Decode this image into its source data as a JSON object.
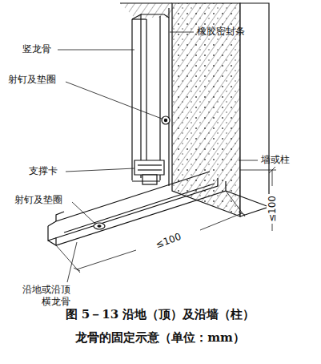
{
  "diagram": {
    "caption": "图 5－13 沿地（顶）及沿墙（柱） 龙骨的固定示意（单位：mm）",
    "labels": [
      "橡胶密封条",
      "竖龙骨",
      "射钉及垫圈",
      "墙或柱",
      "支撑卡",
      "射钉及垫圈",
      "沿地或沿顶 横龙骨",
      "≤100",
      "≤100"
    ]
  }
}
